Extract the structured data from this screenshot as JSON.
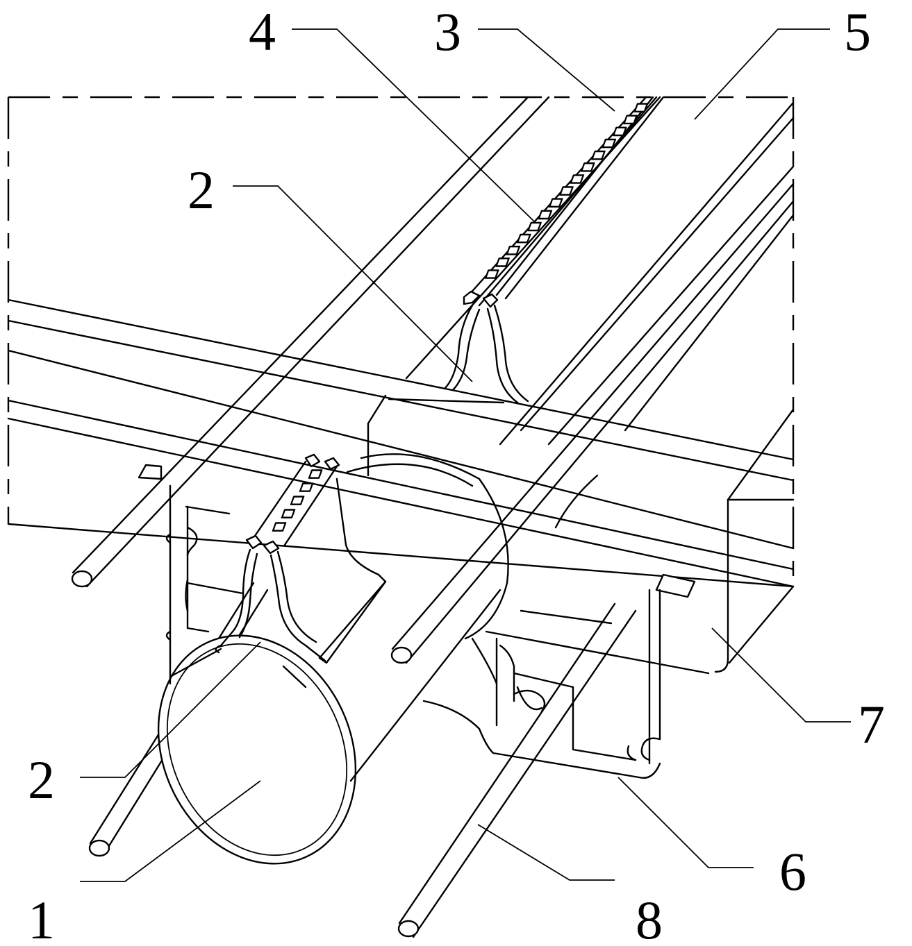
{
  "figure": {
    "callouts": [
      {
        "id": "1",
        "text": "1"
      },
      {
        "id": "2a",
        "text": "2"
      },
      {
        "id": "2b",
        "text": "2"
      },
      {
        "id": "3",
        "text": "3"
      },
      {
        "id": "4",
        "text": "4"
      },
      {
        "id": "5",
        "text": "5"
      },
      {
        "id": "6",
        "text": "6"
      },
      {
        "id": "7",
        "text": "7"
      },
      {
        "id": "8",
        "text": "8"
      }
    ]
  },
  "colors": {
    "line": "#000000",
    "background": "#ffffff"
  }
}
